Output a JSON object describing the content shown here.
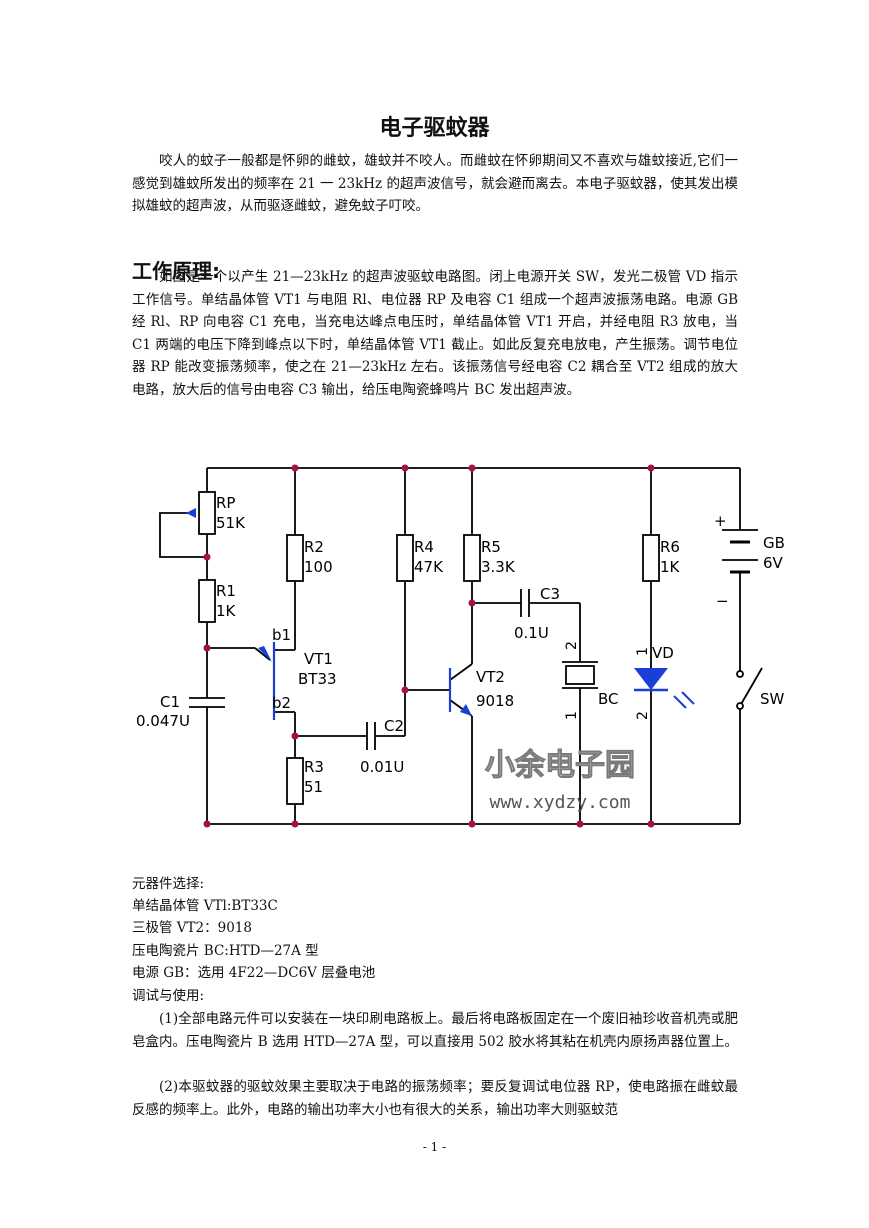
{
  "document": {
    "title": "电子驱蚊器",
    "intro": "咬人的蚊子一般都是怀卵的雌蚊，雄蚊并不咬人。而雌蚊在怀卵期间又不喜欢与雄蚊接近,它们一感觉到雄蚊所发出的频率在 21 一 23kHz 的超声波信号，就会避而离去。本电子驱蚊器，使其发出模拟雄蚊的超声波，从而驱逐雌蚊，避免蚊子叮咬。",
    "section_heading": "工作原理:",
    "principle": "如图是一个以产生 21—23kHz 的超声波驱蚊电路图。闭上电源开关 SW，发光二极管 VD 指示工作信号。单结晶体管 VT1 与电阻 Rl、电位器 RP 及电容 C1 组成一个超声波振荡电路。电源 GB 经 Rl、RP 向电容 C1 充电，当充电达峰点电压时，单结晶体管 VT1 开启，并经电阻 R3 放电，当 C1 两端的电压下降到峰点以下时，单结晶体管 VT1 截止。如此反复充电放电，产生振荡。调节电位器 RP 能改变振荡频率，使之在 21—23kHz 左右。该振荡信号经电容 C2 耦合至 VT2 组成的放大电路，放大后的信号由电容 C3 输出，给压电陶瓷蜂鸣片 BC 发出超声波。",
    "components_heading": "元器件选择:",
    "components": [
      "单结晶体管 VTl:BT33C",
      "三极管 VT2：9018",
      "压电陶瓷片 BC:HTD—27A 型",
      "电源 GB：选用 4F22—DC6V 层叠电池"
    ],
    "debug_heading": "调试与使用:",
    "step1": "(1)全部电路元件可以安装在一块印刷电路板上。最后将电路板固定在一个废旧袖珍收音机壳或肥皂盒内。压电陶瓷片 B 选用 HTD—27A 型，可以直接用 502 胶水将其粘在机壳内原扬声器位置上。",
    "step2": "(2)本驱蚊器的驱蚊效果主要取决于电路的振荡频率；要反复调试电位器 RP，使电路振在雌蚊最反感的频率上。此外，电路的输出功率大小也有很大的关系，输出功率大则驱蚊范",
    "page_number": "- 1 -"
  },
  "circuit": {
    "rp_name": "RP",
    "rp_value": "51K",
    "r1_name": "R1",
    "r1_value": "1K",
    "r2_name": "R2",
    "r2_value": "100",
    "r3_name": "R3",
    "r3_value": "51",
    "r4_name": "R4",
    "r4_value": "47K",
    "r5_name": "R5",
    "r5_value": "3.3K",
    "r6_name": "R6",
    "r6_value": "1K",
    "c1_name": "C1",
    "c1_value": "0.047U",
    "c2_name": "C2",
    "c2_value": "0.01U",
    "c3_name": "C3",
    "c3_value": "0.1U",
    "vt1_name": "VT1",
    "vt1_model": "BT33",
    "vt1_b1": "b1",
    "vt1_b2": "b2",
    "vt2_name": "VT2",
    "vt2_model": "9018",
    "bc_name": "BC",
    "vd_name": "VD",
    "pin1": "1",
    "pin2": "2",
    "gb_name": "GB",
    "gb_value": "6V",
    "gb_plus": "+",
    "gb_minus": "−",
    "sw_name": "SW",
    "watermark_cn": "小余电子园",
    "watermark_url": "www.xydzy.com"
  }
}
